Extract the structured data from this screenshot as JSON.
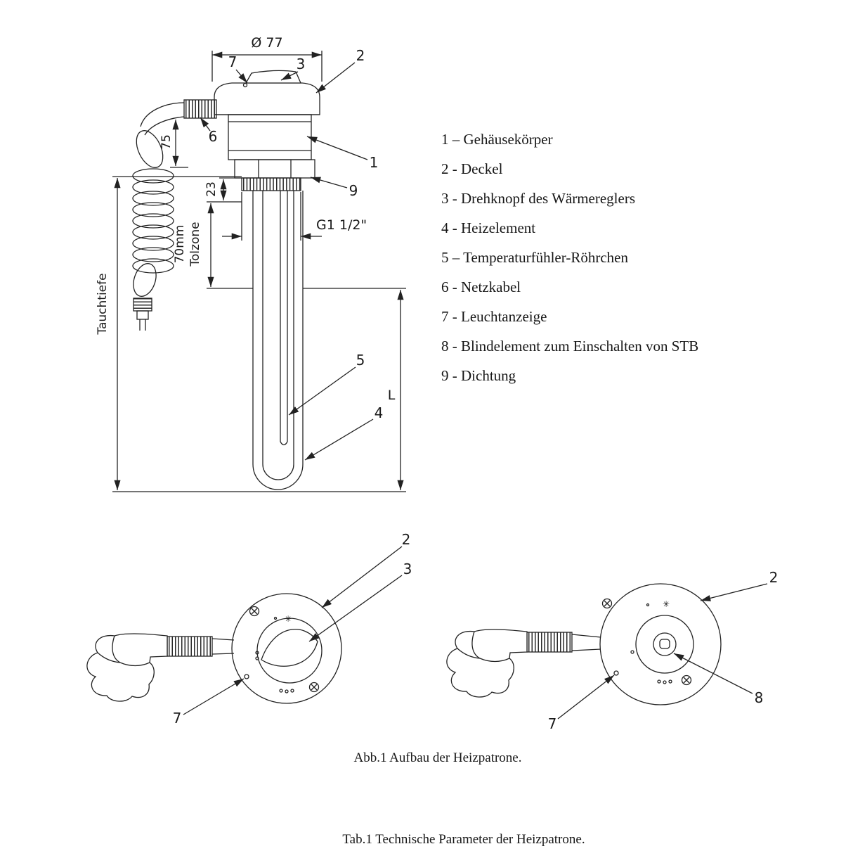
{
  "style": {
    "ink": "#222222",
    "background": "#ffffff"
  },
  "figure": {
    "main_view": {
      "dims": {
        "diameter": "Ø 77",
        "cable_len": "75",
        "thread_len": "23",
        "tolzone_mm": "70mm",
        "tolzone_word": "Tolzone",
        "thread_size": "G1 1/2\"",
        "immersion": "Tauchtiefe",
        "length": "L"
      },
      "callouts": {
        "leuchtanzeige": "7",
        "drehknopf": "3",
        "deckel": "2",
        "netzkabel": "6",
        "gehaeusekoerper": "1",
        "dichtung": "9",
        "fuehler": "5",
        "heizelement": "4"
      }
    },
    "left_view": {
      "callouts": {
        "deckel": "2",
        "drehknopf": "3",
        "leuchtanzeige": "7"
      }
    },
    "right_view": {
      "callouts": {
        "deckel": "2",
        "blindelement": "8",
        "leuchtanzeige": "7"
      }
    },
    "caption": "Abb.1 Aufbau der Heizpatrone."
  },
  "legend": {
    "items": [
      {
        "label": "1 – Gehäusekörper"
      },
      {
        "label": "2 - Deckel"
      },
      {
        "label": "3 - Drehknopf des Wärmereglers"
      },
      {
        "label": "4 - Heizelement"
      },
      {
        "label": "5 – Temperaturfühler-Röhrchen"
      },
      {
        "label": "6 - Netzkabel"
      },
      {
        "label": "7 - Leuchtanzeige"
      },
      {
        "label": "8 - Blindelement zum Einschalten von STB"
      },
      {
        "label": "9 - Dichtung"
      }
    ]
  },
  "table_caption": "Tab.1 Technische Parameter der Heizpatrone."
}
